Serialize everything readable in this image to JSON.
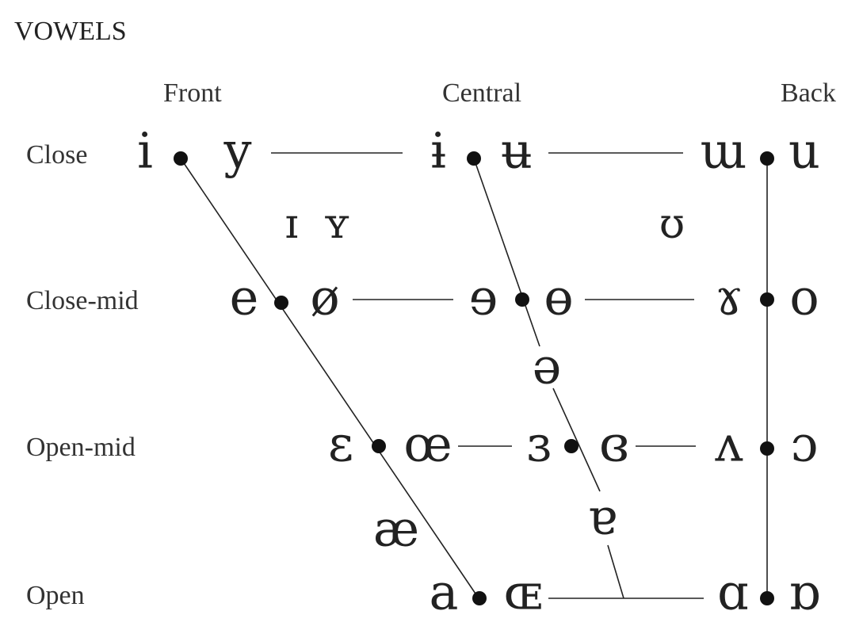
{
  "title": "VOWELS",
  "columns": [
    "Front",
    "Central",
    "Back"
  ],
  "rows": [
    "Close",
    "Close-mid",
    "Open-mid",
    "Open"
  ],
  "vowels": {
    "close": [
      "i",
      "y",
      "ɨ",
      "ʉ",
      "ɯ",
      "u"
    ],
    "near_close": [
      "ɪ",
      "ʏ",
      "ʊ"
    ],
    "close_mid": [
      "e",
      "ø",
      "ɘ",
      "ɵ",
      "ɤ",
      "o"
    ],
    "mid": [
      "ə"
    ],
    "open_mid": [
      "ɛ",
      "œ",
      "ɜ",
      "ɞ",
      "ʌ",
      "ɔ"
    ],
    "near_open": [
      "æ",
      "ɐ"
    ],
    "open": [
      "a",
      "ɶ",
      "ɑ",
      "ɒ"
    ]
  }
}
